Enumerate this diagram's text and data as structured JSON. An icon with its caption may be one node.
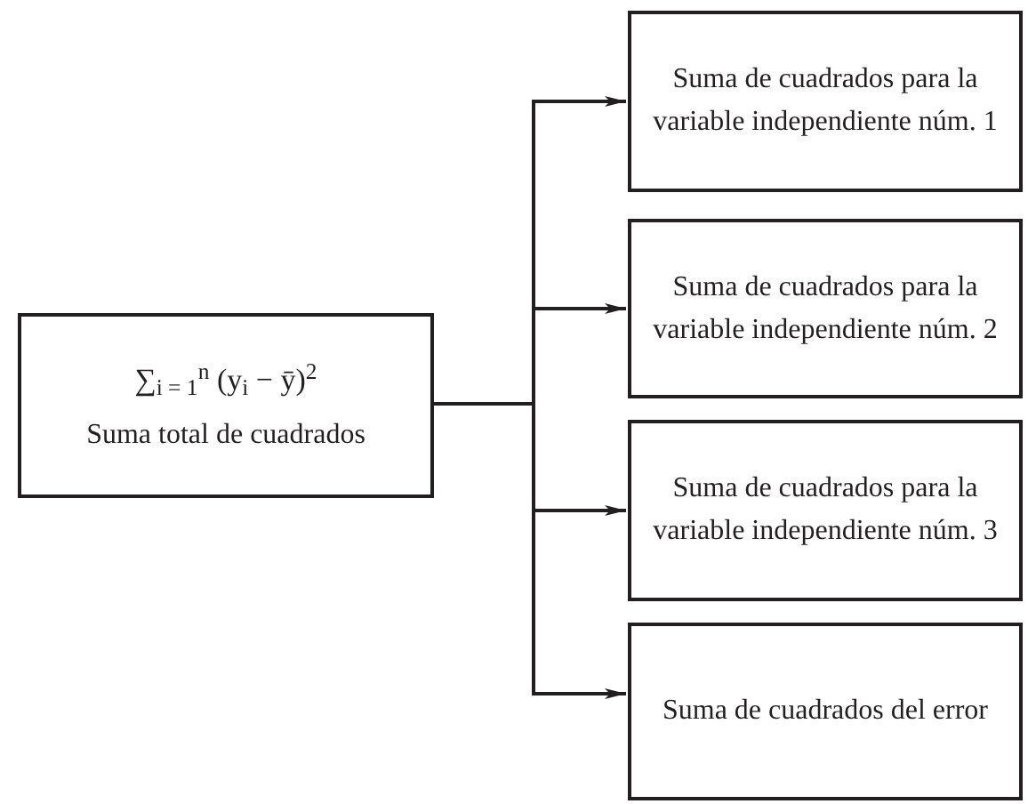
{
  "diagram": {
    "nodes": [
      {
        "text": [
          "∑$_{i = 1}$$^{n}$ (y$_{i}$ − ȳ)$^{2}$",
          "Suma total de cuadrados"
        ]
      },
      {
        "text": [
          "Suma de cuadrados para la variable independiente núm. 1"
        ]
      },
      {
        "text": [
          "Suma de cuadrados para la variable independiente núm. 2"
        ]
      },
      {
        "text": [
          "Suma de cuadrados para la variable independiente núm. 3"
        ]
      },
      {
        "text": [
          "Suma de cuadrados del error"
        ]
      }
    ],
    "edges": [
      {
        "from": 0,
        "to": 1,
        "arrow": "to"
      },
      {
        "from": 0,
        "to": 2,
        "arrow": "to"
      },
      {
        "from": 0,
        "to": 3,
        "arrow": "to"
      },
      {
        "from": 0,
        "to": 4,
        "arrow": "to"
      }
    ]
  }
}
